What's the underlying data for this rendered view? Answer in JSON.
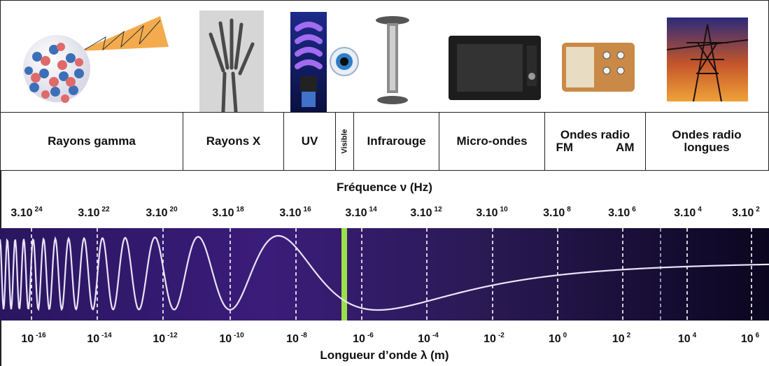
{
  "categories": {
    "gamma": "Rayons gamma",
    "xray": "Rayons X",
    "uv": "UV",
    "visible": "Visible",
    "infrared": "Infrarouge",
    "microwave": "Micro-ondes",
    "radio": "Ondes radio",
    "fm": "FM",
    "am": "AM",
    "long_radio_1": "Ondes radio",
    "long_radio_2": "longues"
  },
  "frequency_axis": {
    "title": "Fréquence ν (Hz)",
    "ticks": [
      {
        "base": "3.10",
        "exp": "24"
      },
      {
        "base": "3.10",
        "exp": "22"
      },
      {
        "base": "3.10",
        "exp": "20"
      },
      {
        "base": "3.10",
        "exp": "18"
      },
      {
        "base": "3.10",
        "exp": "16"
      },
      {
        "base": "3.10",
        "exp": "14"
      },
      {
        "base": "3.10",
        "exp": "12"
      },
      {
        "base": "3.10",
        "exp": "10"
      },
      {
        "base": "3.10",
        "exp": "8"
      },
      {
        "base": "3.10",
        "exp": "6"
      },
      {
        "base": "3.10",
        "exp": "4"
      },
      {
        "base": "3.10",
        "exp": "2"
      }
    ]
  },
  "wavelength_axis": {
    "title": "Longueur d’onde λ (m)",
    "ticks": [
      {
        "base": "10",
        "exp": "-16"
      },
      {
        "base": "10",
        "exp": "-14"
      },
      {
        "base": "10",
        "exp": "-12"
      },
      {
        "base": "10",
        "exp": "-10"
      },
      {
        "base": "10",
        "exp": "-8"
      },
      {
        "base": "10",
        "exp": "-6"
      },
      {
        "base": "10",
        "exp": "-4"
      },
      {
        "base": "10",
        "exp": "-2"
      },
      {
        "base": "10",
        "exp": "0"
      },
      {
        "base": "10",
        "exp": "2"
      },
      {
        "base": "10",
        "exp": "4"
      },
      {
        "base": "10",
        "exp": "6"
      }
    ]
  },
  "images": [
    {
      "icon": "gamma-nucleus-icon"
    },
    {
      "icon": "xray-hand-icon"
    },
    {
      "icon": "uv-lamp-icon"
    },
    {
      "icon": "eye-icon"
    },
    {
      "icon": "infrared-heater-icon"
    },
    {
      "icon": "microwave-oven-icon"
    },
    {
      "icon": "radio-icon"
    },
    {
      "icon": "power-pylon-icon"
    }
  ],
  "colors": {
    "band_dark": "#0b0620",
    "band_purple": "#3b1c7a",
    "wave": "#e9e4f7",
    "visible_line": "#9be04a"
  }
}
